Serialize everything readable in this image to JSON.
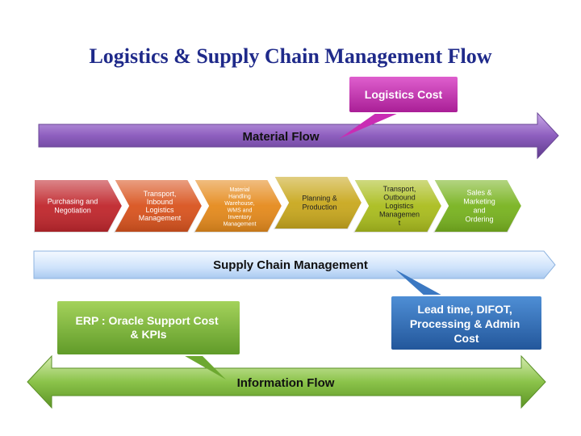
{
  "title": "Logistics & Supply Chain Management Flow",
  "flows": {
    "material": "Material Flow",
    "supply_chain": "Supply Chain Management",
    "information": "Information Flow"
  },
  "callouts": {
    "logistics_cost": "Logistics Cost",
    "lead_time": [
      "Lead time, DIFOT,",
      "Processing & Admin",
      "Cost"
    ],
    "erp": [
      "ERP : Oracle Support Cost",
      "& KPIs"
    ]
  },
  "steps": [
    {
      "lines": [
        "Purchasing and",
        "Negotiation"
      ],
      "color": "#c0262c",
      "text_color": "#ffffff"
    },
    {
      "lines": [
        "Transport,",
        "Inbound",
        "Logistics",
        "Management"
      ],
      "color": "#d9531e",
      "text_color": "#ffffff"
    },
    {
      "lines": [
        "Material",
        "Handling",
        "Warehouse,",
        "WMS and",
        "Inventory",
        "Management"
      ],
      "color": "#e58a1c",
      "text_color": "#ffffff"
    },
    {
      "lines": [
        "Planning &",
        "Production"
      ],
      "color": "#c9a81e",
      "text_color": "#222222"
    },
    {
      "lines": [
        "Transport,",
        "Outbound",
        "Logistics",
        "Managemen",
        "t"
      ],
      "color": "#aabd1d",
      "text_color": "#222222"
    },
    {
      "lines": [
        "Sales &",
        "Marketing",
        "and",
        "Ordering"
      ],
      "color": "#78b31f",
      "text_color": "#ffffff"
    }
  ],
  "colors": {
    "title": "#1f2a8a",
    "material_arrow": "#8e5fbf",
    "supply_chain_arrow": "#cfe3fb",
    "information_arrow": "#8bc34a",
    "logistics_cost_box": "#c92db4",
    "lead_time_box": "#2f6db7",
    "erp_box": "#79b538"
  }
}
